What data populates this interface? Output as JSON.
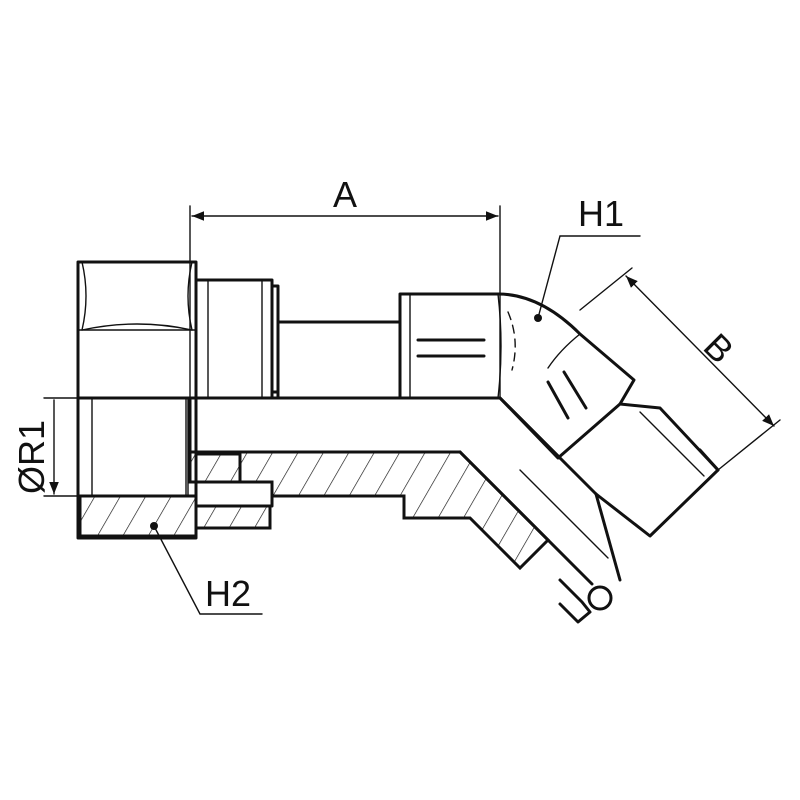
{
  "labels": {
    "a": "A",
    "b": "B",
    "h1": "H1",
    "h2": "H2",
    "r1": "ØR1"
  },
  "colors": {
    "line": "#111111",
    "background": "#ffffff"
  }
}
